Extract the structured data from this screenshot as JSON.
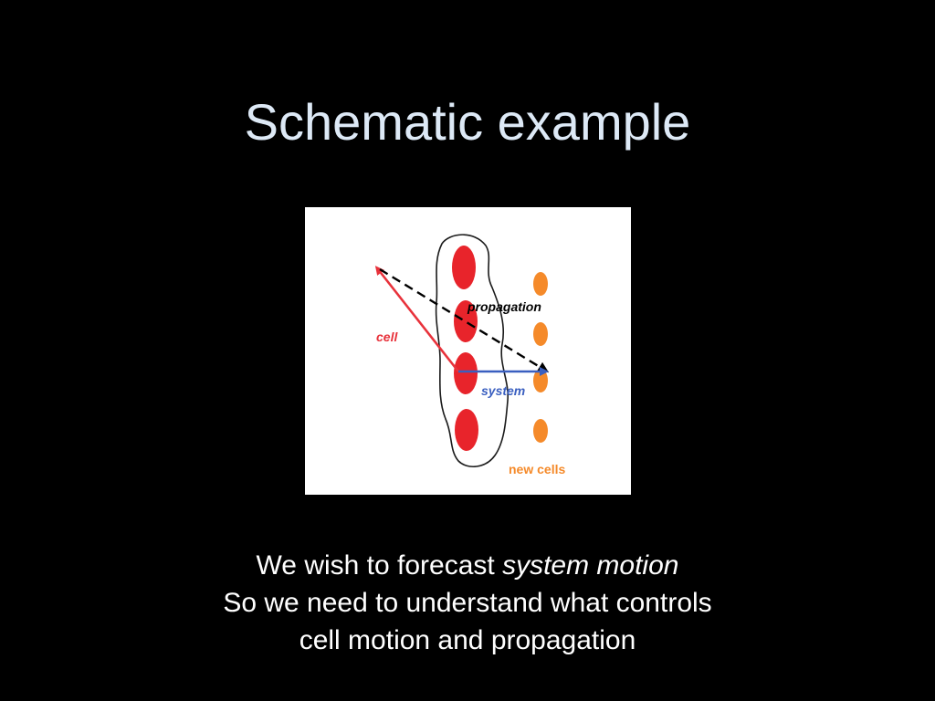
{
  "slide": {
    "title": "Schematic example"
  },
  "diagram": {
    "labels": {
      "cell": "cell",
      "propagation": "propagation",
      "system": "system",
      "new_cells": "new cells"
    },
    "colors": {
      "cell_arrow": "#e8323b",
      "system_arrow": "#3a5fc0",
      "propagation_arrow": "#000000",
      "existing_cells": "#e8242b",
      "new_cells": "#f58a2a",
      "outline": "#1a1a1a"
    }
  },
  "caption": {
    "line1_prefix": "We wish to forecast ",
    "line1_emphasis": "system motion",
    "line2": "So we need to understand what controls",
    "line3": "cell motion and propagation"
  }
}
